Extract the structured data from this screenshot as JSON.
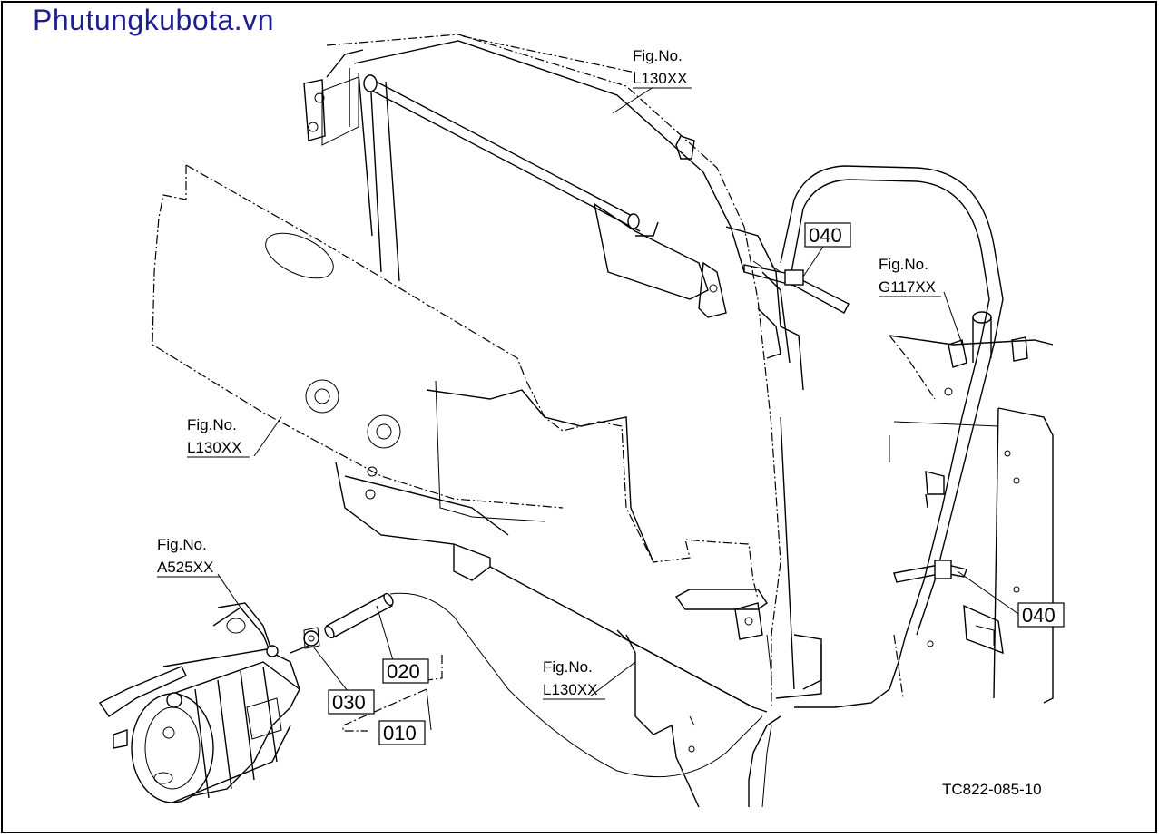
{
  "watermark": "Phutungkubota.vn",
  "figure_refs": [
    {
      "id": "fig-l130-top",
      "line1": "Fig.No.",
      "line2": "L130XX"
    },
    {
      "id": "fig-g117",
      "line1": "Fig.No.",
      "line2": "G117XX"
    },
    {
      "id": "fig-l130-left",
      "line1": "Fig.No.",
      "line2": "L130XX"
    },
    {
      "id": "fig-a525",
      "line1": "Fig.No.",
      "line2": "A525XX"
    },
    {
      "id": "fig-l130-bottom",
      "line1": "Fig.No.",
      "line2": "L130XX"
    }
  ],
  "part_labels": {
    "p040_top": "040",
    "p040_right": "040",
    "p020": "020",
    "p030": "030",
    "p010": "010"
  },
  "drawing_code": "TC822-085-10"
}
